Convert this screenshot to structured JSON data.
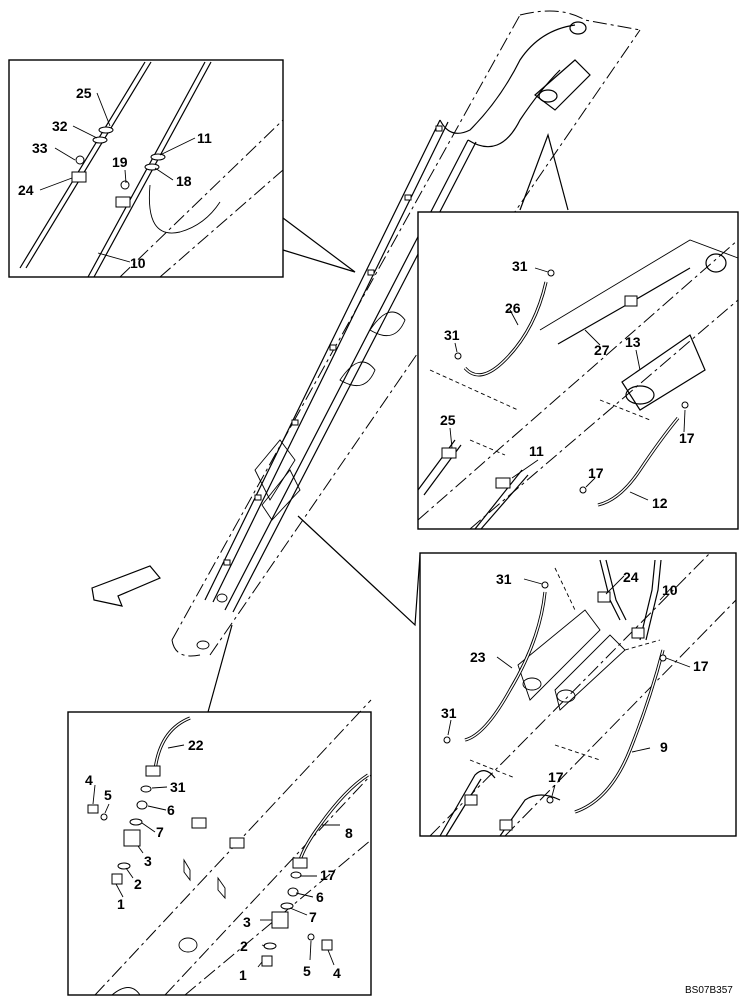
{
  "drawing_code": "BS07B357",
  "panels": {
    "top_left": {
      "labels": [
        "25",
        "32",
        "11",
        "33",
        "19",
        "18",
        "24",
        "10"
      ]
    },
    "right_top": {
      "labels": [
        "31",
        "26",
        "27",
        "31",
        "13",
        "25",
        "17",
        "11",
        "17",
        "12"
      ]
    },
    "right_bottom": {
      "labels": [
        "31",
        "24",
        "10",
        "23",
        "17",
        "31",
        "9",
        "17"
      ]
    },
    "bottom": {
      "labels": [
        "22",
        "4",
        "31",
        "5",
        "6",
        "7",
        "3",
        "2",
        "1",
        "8",
        "17",
        "6",
        "7",
        "3",
        "2",
        "1",
        "5",
        "4"
      ]
    }
  }
}
